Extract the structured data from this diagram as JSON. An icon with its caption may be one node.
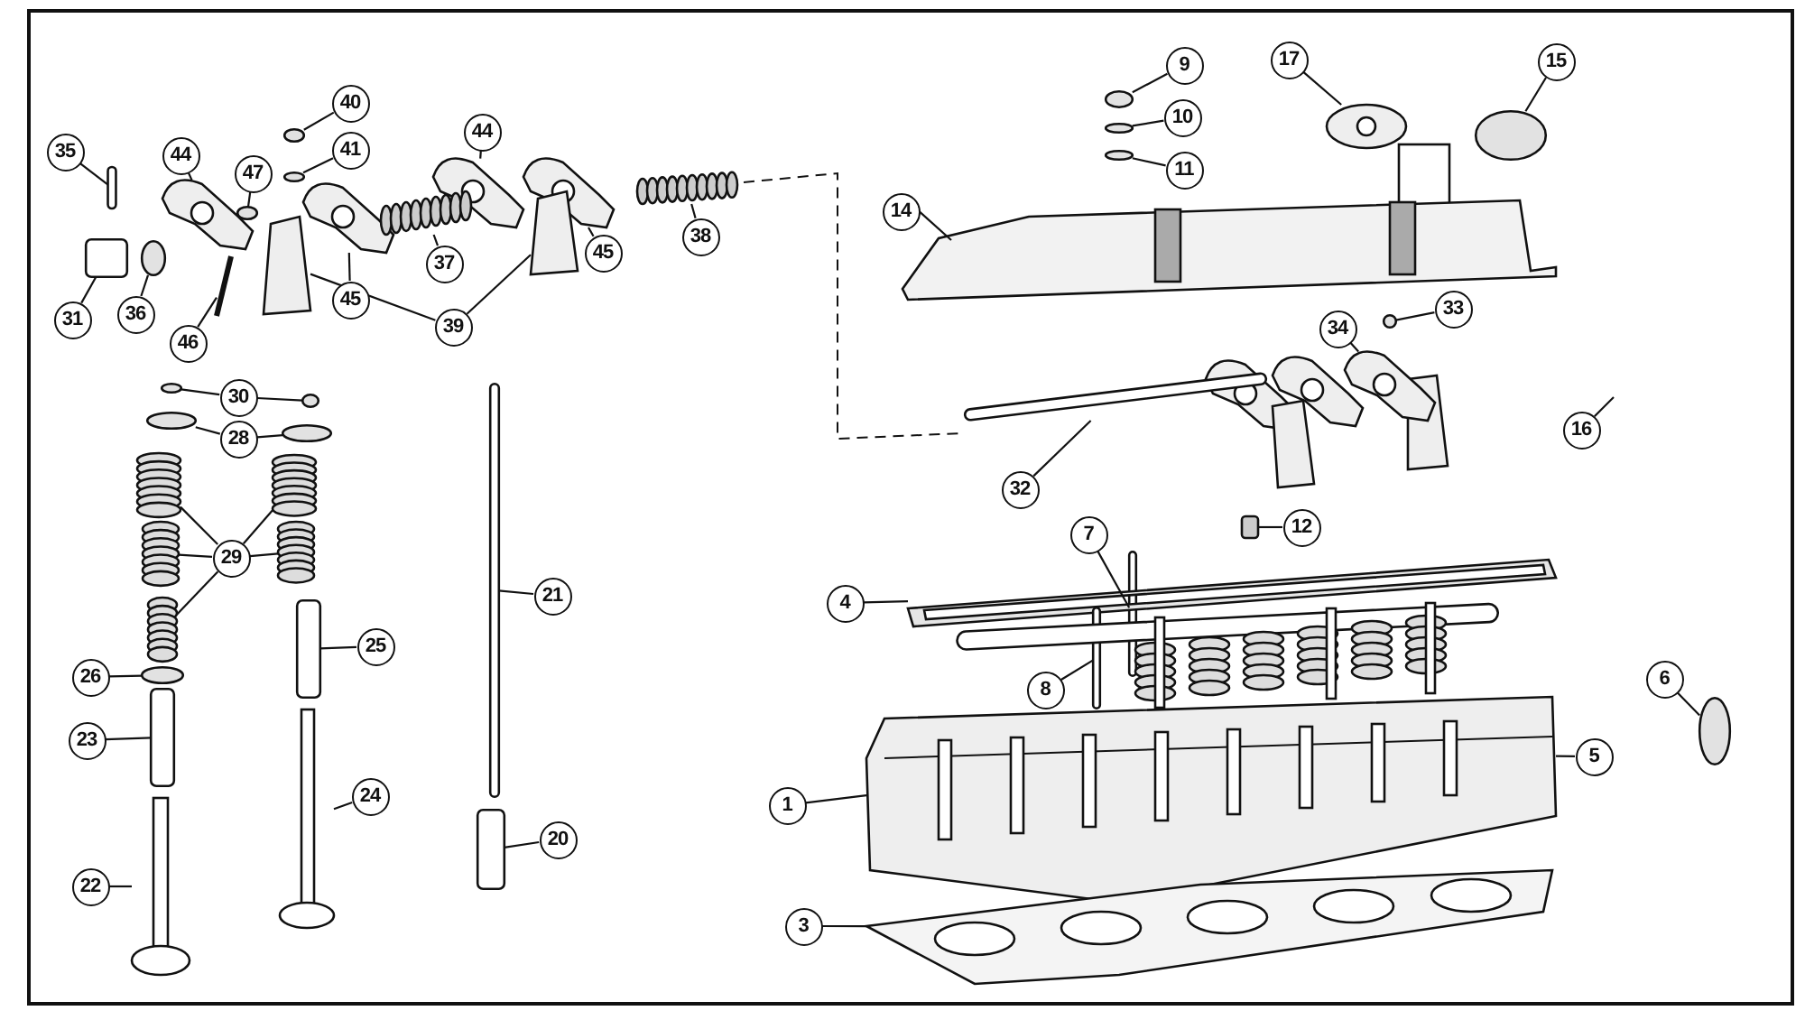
{
  "diagram": {
    "nodes": [
      {
        "text": [
          "35"
        ]
      },
      {
        "text": [
          "44"
        ]
      },
      {
        "text": [
          "40"
        ]
      },
      {
        "text": [
          "41"
        ]
      },
      {
        "text": [
          "47"
        ]
      },
      {
        "text": [
          "44"
        ]
      },
      {
        "text": [
          "45"
        ]
      },
      {
        "text": [
          "37"
        ]
      },
      {
        "text": [
          "45"
        ]
      },
      {
        "text": [
          "38"
        ]
      },
      {
        "text": [
          "31"
        ]
      },
      {
        "text": [
          "36"
        ]
      },
      {
        "text": [
          "46"
        ]
      },
      {
        "text": [
          "39"
        ]
      },
      {
        "text": [
          "30"
        ]
      },
      {
        "text": [
          "28"
        ]
      },
      {
        "text": [
          "29"
        ]
      },
      {
        "text": [
          "26"
        ]
      },
      {
        "text": [
          "23"
        ]
      },
      {
        "text": [
          "22"
        ]
      },
      {
        "text": [
          "21"
        ]
      },
      {
        "text": [
          "25"
        ]
      },
      {
        "text": [
          "24"
        ]
      },
      {
        "text": [
          "20"
        ]
      },
      {
        "text": [
          "9"
        ]
      },
      {
        "text": [
          "10"
        ]
      },
      {
        "text": [
          "11"
        ]
      },
      {
        "text": [
          "17"
        ]
      },
      {
        "text": [
          "15"
        ]
      },
      {
        "text": [
          "14"
        ]
      },
      {
        "text": [
          "16"
        ]
      },
      {
        "text": [
          "33"
        ]
      },
      {
        "text": [
          "34"
        ]
      },
      {
        "text": [
          "32"
        ]
      },
      {
        "text": [
          "12"
        ]
      },
      {
        "text": [
          "7"
        ]
      },
      {
        "text": [
          "4"
        ]
      },
      {
        "text": [
          "8"
        ]
      },
      {
        "text": [
          "6"
        ]
      },
      {
        "text": [
          "1"
        ]
      },
      {
        "text": [
          "5"
        ]
      },
      {
        "text": [
          "3"
        ]
      },
      {
        "text": [],
        "shape": "bar"
      },
      {
        "text": [],
        "shape": "picture"
      },
      {
        "text": [],
        "shape": "circle"
      },
      {
        "text": [],
        "shape": "circle"
      },
      {
        "text": [],
        "shape": "circle"
      },
      {
        "text": [],
        "shape": "picture"
      },
      {
        "text": [],
        "shape": "picture"
      },
      {
        "text": [],
        "shape": "picture"
      },
      {
        "text": [],
        "shape": "picture"
      },
      {
        "text": [],
        "shape": "picture"
      },
      {
        "text": [],
        "shape": "box"
      },
      {
        "text": [],
        "shape": "circle"
      },
      {
        "text": [],
        "shape": "picture"
      },
      {
        "text": [],
        "shape": "picture"
      },
      {
        "text": [],
        "shape": "picture"
      },
      {
        "text": [],
        "shape": "circle"
      },
      {
        "text": [],
        "shape": "circle"
      },
      {
        "text": [],
        "shape": "circle"
      },
      {
        "text": [],
        "shape": "circle"
      },
      {
        "text": [],
        "shape": "picture"
      },
      {
        "text": [],
        "shape": "picture"
      },
      {
        "text": [],
        "shape": "picture"
      },
      {
        "text": [],
        "shape": "picture"
      },
      {
        "text": [],
        "shape": "picture"
      },
      {
        "text": [],
        "shape": "circle"
      },
      {
        "text": [],
        "shape": "box"
      },
      {
        "text": [],
        "shape": "picture"
      },
      {
        "text": [],
        "shape": "bar"
      },
      {
        "text": [],
        "shape": "box"
      },
      {
        "text": [],
        "shape": "picture"
      },
      {
        "text": [],
        "shape": "box"
      },
      {
        "text": [],
        "shape": "circle"
      },
      {
        "text": [],
        "shape": "circle"
      },
      {
        "text": [],
        "shape": "circle"
      },
      {
        "text": [],
        "shape": "picture"
      },
      {
        "text": [],
        "shape": "circle"
      },
      {
        "text": [],
        "shape": "picture"
      },
      {
        "text": [],
        "shape": "circle"
      },
      {
        "text": [],
        "shape": "picture"
      },
      {
        "text": [],
        "shape": "picture"
      },
      {
        "text": [],
        "shape": "picture"
      },
      {
        "text": [],
        "shape": "bar"
      },
      {
        "text": [],
        "shape": "picture"
      },
      {
        "text": [],
        "shape": "bar"
      },
      {
        "text": [],
        "shape": "circle"
      },
      {
        "text": [],
        "shape": "picture"
      },
      {
        "text": [],
        "shape": "picture"
      }
    ],
    "edges": [
      {
        "from": 0,
        "to": 42,
        "arrow": "none"
      },
      {
        "from": 1,
        "to": 43,
        "arrow": "none"
      },
      {
        "from": 2,
        "to": 44,
        "arrow": "none"
      },
      {
        "from": 3,
        "to": 45,
        "arrow": "none"
      },
      {
        "from": 4,
        "to": 46,
        "arrow": "none"
      },
      {
        "from": 5,
        "to": 47,
        "arrow": "none"
      },
      {
        "from": 6,
        "to": 48,
        "arrow": "none"
      },
      {
        "from": 7,
        "to": 49,
        "arrow": "none"
      },
      {
        "from": 8,
        "to": 50,
        "arrow": "none"
      },
      {
        "from": 9,
        "to": 51,
        "arrow": "none"
      },
      {
        "from": 10,
        "to": 52,
        "arrow": "none"
      },
      {
        "from": 11,
        "to": 53,
        "arrow": "none"
      },
      {
        "from": 12,
        "to": 54,
        "arrow": "none"
      },
      {
        "from": 13,
        "to": 55,
        "arrow": "none"
      },
      {
        "from": 13,
        "to": 56,
        "arrow": "none"
      },
      {
        "from": 14,
        "to": 57,
        "arrow": "none"
      },
      {
        "from": 14,
        "to": 58,
        "arrow": "none"
      },
      {
        "from": 15,
        "to": 59,
        "arrow": "none"
      },
      {
        "from": 15,
        "to": 60,
        "arrow": "none"
      },
      {
        "from": 16,
        "to": 61,
        "arrow": "none"
      },
      {
        "from": 16,
        "to": 62,
        "arrow": "none"
      },
      {
        "from": 16,
        "to": 63,
        "arrow": "none"
      },
      {
        "from": 16,
        "to": 64,
        "arrow": "none"
      },
      {
        "from": 16,
        "to": 65,
        "arrow": "none"
      },
      {
        "from": 17,
        "to": 66,
        "arrow": "none"
      },
      {
        "from": 18,
        "to": 67,
        "arrow": "none"
      },
      {
        "from": 19,
        "to": 68,
        "arrow": "none"
      },
      {
        "from": 20,
        "to": 69,
        "arrow": "none"
      },
      {
        "from": 21,
        "to": 70,
        "arrow": "none"
      },
      {
        "from": 22,
        "to": 71,
        "arrow": "none"
      },
      {
        "from": 23,
        "to": 72,
        "arrow": "none"
      },
      {
        "from": 24,
        "to": 73,
        "arrow": "none"
      },
      {
        "from": 25,
        "to": 74,
        "arrow": "none"
      },
      {
        "from": 26,
        "to": 75,
        "arrow": "none"
      },
      {
        "from": 27,
        "to": 76,
        "arrow": "none"
      },
      {
        "from": 28,
        "to": 77,
        "arrow": "none"
      },
      {
        "from": 29,
        "to": 78,
        "arrow": "none"
      },
      {
        "from": 30,
        "to": null,
        "arrow": "none"
      },
      {
        "from": 31,
        "to": 79,
        "arrow": "none"
      },
      {
        "from": 32,
        "to": 80,
        "arrow": "none"
      },
      {
        "from": 33,
        "to": 81,
        "arrow": "none"
      },
      {
        "from": 34,
        "to": 82,
        "arrow": "none"
      },
      {
        "from": 35,
        "to": 83,
        "arrow": "none"
      },
      {
        "from": 36,
        "to": 84,
        "arrow": "none"
      },
      {
        "from": 37,
        "to": 85,
        "arrow": "none"
      },
      {
        "from": 38,
        "to": 86,
        "arrow": "none"
      },
      {
        "from": 39,
        "to": 87,
        "arrow": "none"
      },
      {
        "from": 40,
        "to": 87,
        "arrow": "none"
      },
      {
        "from": 41,
        "to": 88,
        "arrow": "none"
      }
    ]
  }
}
